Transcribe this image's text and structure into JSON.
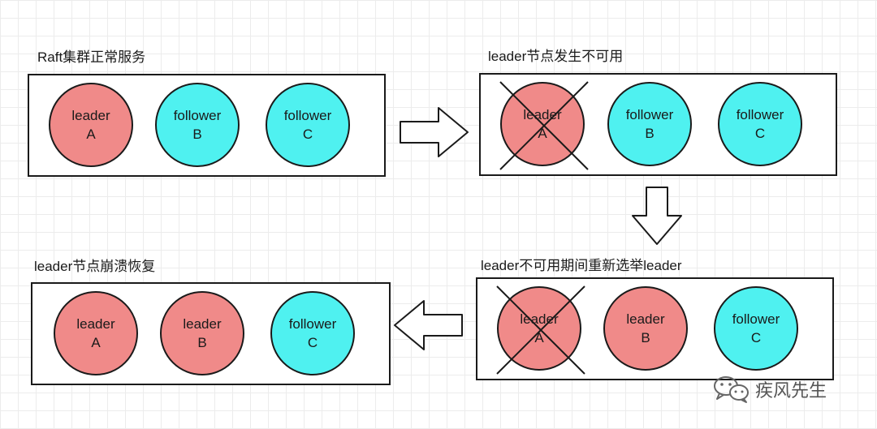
{
  "panels": [
    {
      "caption": "Raft集群正常服务",
      "nodes": [
        {
          "role": "leader",
          "id": "A"
        },
        {
          "role": "follower",
          "id": "B"
        },
        {
          "role": "follower",
          "id": "C"
        }
      ]
    },
    {
      "caption": "leader节点发生不可用",
      "nodes": [
        {
          "role": "leader",
          "id": "A",
          "crossed": true
        },
        {
          "role": "follower",
          "id": "B"
        },
        {
          "role": "follower",
          "id": "C"
        }
      ]
    },
    {
      "caption": "leader不可用期间重新选举leader",
      "nodes": [
        {
          "role": "leader",
          "id": "A",
          "crossed": true
        },
        {
          "role": "leader",
          "id": "B"
        },
        {
          "role": "follower",
          "id": "C"
        }
      ]
    },
    {
      "caption": "leader节点崩溃恢复",
      "nodes": [
        {
          "role": "leader",
          "id": "A"
        },
        {
          "role": "leader",
          "id": "B"
        },
        {
          "role": "follower",
          "id": "C"
        }
      ]
    }
  ],
  "watermark": {
    "text": "疾风先生",
    "icon": "wechat-icon"
  },
  "colors": {
    "leader": "#f08a89",
    "follower": "#4ff1f0",
    "line": "#1a1a1a"
  }
}
